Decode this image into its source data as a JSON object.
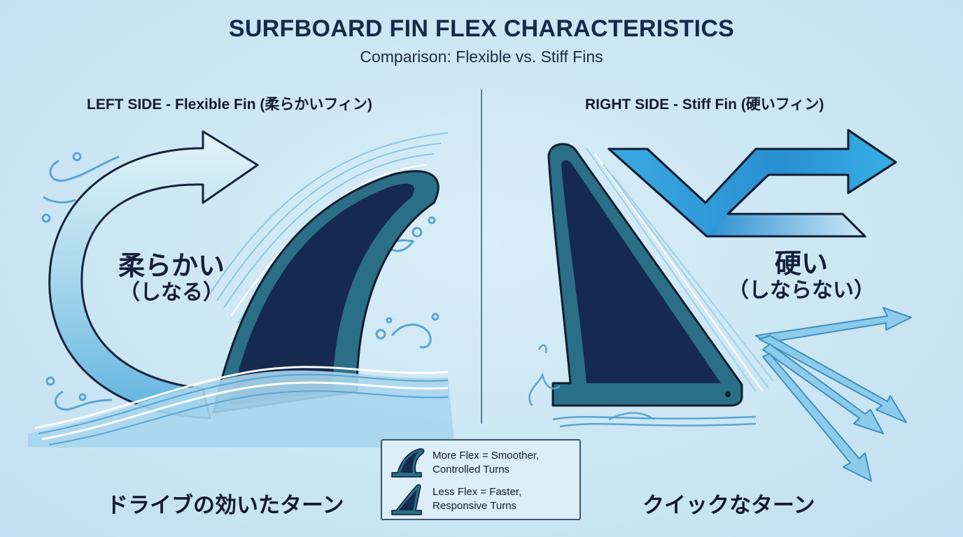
{
  "header": {
    "title": "SURFBOARD FIN FLEX CHARACTERISTICS",
    "subtitle": "Comparison: Flexible vs. Stiff Fins"
  },
  "left_side": {
    "heading": "LEFT SIDE - Flexible Fin (柔らかいフィン)",
    "label_main": "柔らかい",
    "label_sub": "（しなる）",
    "caption": "ドライブの効いたターン",
    "icon": "curved-flexible-fin",
    "arrow": "curved-turn-arrow"
  },
  "right_side": {
    "heading": "RIGHT SIDE - Stiff Fin (硬いフィン)",
    "label_main": "硬い",
    "label_sub": "（しならない）",
    "caption": "クイックなターン",
    "icon": "straight-stiff-fin",
    "arrow": "zigzag-quick-turn-arrow"
  },
  "legend": {
    "items": [
      {
        "icon": "flexible-fin-icon",
        "line1": "More Flex = Smoother,",
        "line2": "Controlled Turns"
      },
      {
        "icon": "stiff-fin-icon",
        "line1": "Less Flex = Faster,",
        "line2": "Responsive Turns"
      }
    ]
  },
  "colors": {
    "background": "#cfe7f4",
    "fin_dark": "#152a4e",
    "fin_rim": "#2a6f85",
    "water_light": "#a9d6ee",
    "arrow_blue": "#2f9fd8",
    "divider": "#5b7f99",
    "text_dark": "#14223d"
  }
}
